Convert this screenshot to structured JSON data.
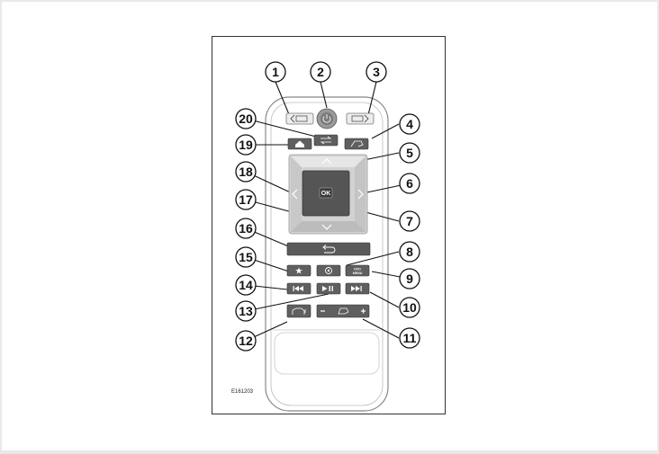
{
  "image_code": "E161203",
  "center_button_label": "OK",
  "dvd_menu_label_top": "DVD",
  "dvd_menu_label_bottom": "MENU",
  "callouts": [
    "1",
    "2",
    "3",
    "4",
    "5",
    "6",
    "7",
    "8",
    "9",
    "10",
    "11",
    "12",
    "13",
    "14",
    "15",
    "16",
    "17",
    "18",
    "19",
    "20"
  ]
}
